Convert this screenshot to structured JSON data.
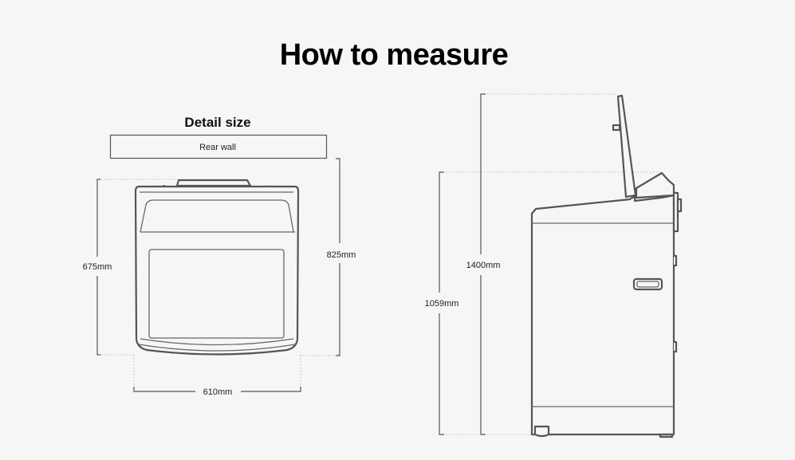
{
  "title": "How to measure",
  "front_view": {
    "heading": "Detail size",
    "rear_wall_label": "Rear wall",
    "depth_label": "675mm",
    "depth_with_clearance_label": "825mm",
    "width_label": "610mm"
  },
  "side_view": {
    "height_lid_open_label": "1400mm",
    "height_label": "1059mm"
  }
}
